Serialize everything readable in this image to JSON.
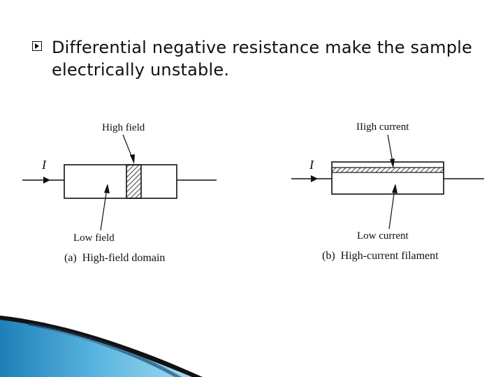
{
  "bullet": {
    "text": "Differential negative resistance make the sample electrically unstable."
  },
  "figure_a": {
    "current_label": "I",
    "top_label": "High field",
    "bottom_label": "Low field",
    "caption": "(a)  High-field domain"
  },
  "figure_b": {
    "current_label": "I",
    "top_label": "IIigh current",
    "bottom_label": "Low current",
    "caption": "(b)  High-current filament"
  },
  "colors": {
    "accent_dark": "#0d3b66",
    "accent_light": "#4aa8d8",
    "text": "#111111"
  },
  "icons": {
    "bullet": "arrow-bullet-icon"
  }
}
